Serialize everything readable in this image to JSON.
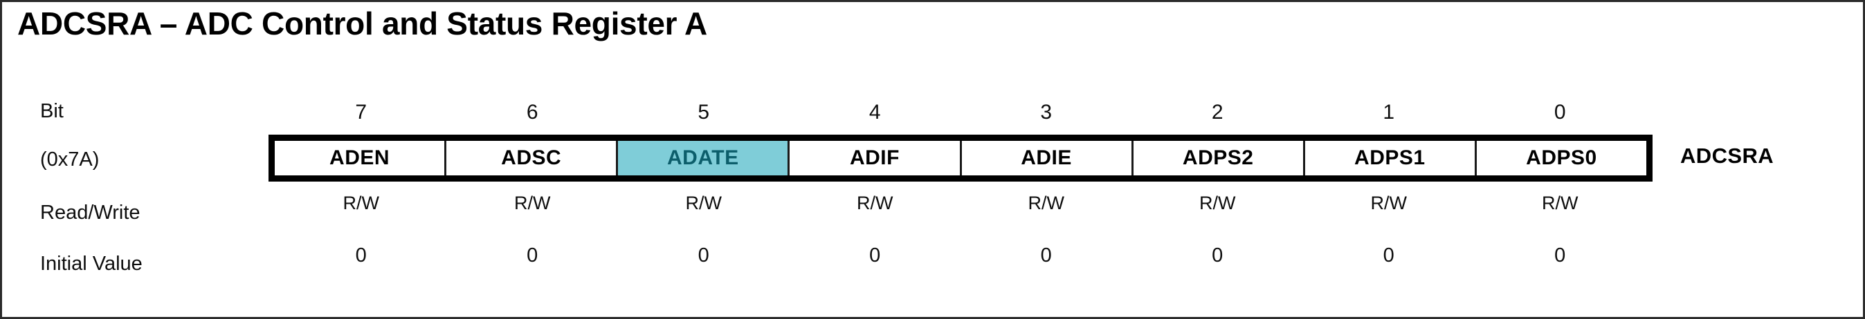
{
  "title": "ADCSRA – ADC Control and Status Register A",
  "register": {
    "name": "ADCSRA",
    "address": "(0x7A)",
    "right_label": "ADCSRA"
  },
  "row_labels": {
    "bit": "Bit",
    "address": "(0x7A)",
    "read_write": "Read/Write",
    "initial_value": "Initial Value"
  },
  "colors": {
    "highlight_background": "#7fcdd8",
    "highlight_text": "#0c5e6b",
    "border": "#000000",
    "text": "#000000"
  },
  "bits": [
    {
      "number": "7",
      "name": "ADEN",
      "read_write": "R/W",
      "initial_value": "0",
      "highlighted": false
    },
    {
      "number": "6",
      "name": "ADSC",
      "read_write": "R/W",
      "initial_value": "0",
      "highlighted": false
    },
    {
      "number": "5",
      "name": "ADATE",
      "read_write": "R/W",
      "initial_value": "0",
      "highlighted": true
    },
    {
      "number": "4",
      "name": "ADIF",
      "read_write": "R/W",
      "initial_value": "0",
      "highlighted": false
    },
    {
      "number": "3",
      "name": "ADIE",
      "read_write": "R/W",
      "initial_value": "0",
      "highlighted": false
    },
    {
      "number": "2",
      "name": "ADPS2",
      "read_write": "R/W",
      "initial_value": "0",
      "highlighted": false
    },
    {
      "number": "1",
      "name": "ADPS1",
      "read_write": "R/W",
      "initial_value": "0",
      "highlighted": false
    },
    {
      "number": "0",
      "name": "ADPS0",
      "read_write": "R/W",
      "initial_value": "0",
      "highlighted": false
    }
  ]
}
